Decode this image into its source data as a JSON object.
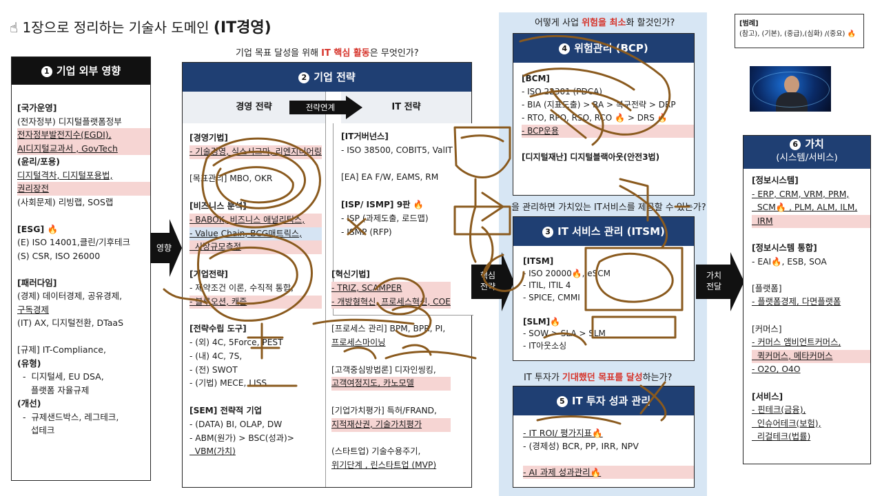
{
  "title": {
    "prefix": "1장으로 정리하는 기술사 도메인",
    "main": "(IT경영)"
  },
  "questions": {
    "strategy_q_pre": "기업 목표 달성을 위해 ",
    "strategy_q_hl": "IT 핵심 활동",
    "strategy_q_post": "은 무엇인가?",
    "risk_q_pre": "어떻게 사업 ",
    "risk_q_hl": "위험을 최소",
    "risk_q_post": "화 할것인가?",
    "itsm_q": "을 관리하면 가치있는 IT서비스를 제공할 수 있는가?",
    "invest_q_pre": "IT 투자가 ",
    "invest_q_hl": "기대했던 목표를 달성",
    "invest_q_post": "하는가?"
  },
  "legend": {
    "title": "[범례]",
    "line": "(참고), (기본), (중급),(심화) /(중요) 🔥"
  },
  "panel1": {
    "num": "1",
    "title": "기업 외부 영향",
    "lines": [
      "[국가운영]",
      "(전자정부) 디지털플랫폼정부",
      "전자정부발전지수(EGDI),",
      "AI디지털교과서 , GovTech",
      "(윤리/포용)",
      "디지털격차, 디지털포용법,",
      "권리장전",
      "(사회문제) 리빙랩, SOS랩",
      "",
      "[ESG] 🔥",
      "(E) ISO 14001,클린/기후테크",
      "(S) CSR, ISO 26000",
      "",
      "[패러다임]",
      "(경제) 데이터경제, 공유경제,",
      "구독경제",
      "(IT) AX, 디지털전환, DTaaS",
      "",
      "[규제] IT-Compliance,",
      "(유형)",
      "  -  디지털세, EU DSA,",
      "     플랫폼 자율규제",
      "(개선)",
      "  -  규제샌드박스, 레그테크,",
      "     섭테크"
    ]
  },
  "arrow_influence": "영향",
  "panel2": {
    "num": "2",
    "title": "기업 전략",
    "col_left": "경영 전략",
    "col_link": "전략연계",
    "col_right": "IT 전략",
    "left_lines": [
      "[경영기법]",
      "- 기술경영, 식스시그마, 리엔지니어링",
      "",
      "[목표관리] MBO, OKR",
      "",
      "[비즈니스 분석]",
      "- BABOK, 비즈니스 애널리틱스,",
      "- Value Chain, BCG매트릭스,",
      "  시장규모측정",
      "",
      "[기업전략]",
      "- 제약조건 이론, 수직적 통합,",
      "- 블루오션, 캐즘",
      "",
      "[전략수립 도구]",
      "- (외) 4C, 5Force, PEST",
      "- (내) 4C, 7S,",
      "- (전) SWOT",
      "- (기법) MECE, LISS",
      "",
      "[SEM] 전략적 기업",
      "- (DATA)  BI, OLAP, DW",
      "- ABM(원가) > BSC(성과)>",
      "  VBM(가치)"
    ],
    "right_top_lines": [
      "[IT거버넌스]",
      "- ISO 38500, COBIT5, ValIT",
      "",
      "[EA] EA F/W, EAMS, RM",
      "",
      "[ISP/ ISMP] 9판 🔥",
      "- ISP (과제도출, 로드맵)",
      "- ISMP (RFP)"
    ],
    "right_bottom_lines": [
      "[혁신기법]",
      "- TRIZ, SCAMPER",
      "- 개방형혁신, 프로세스혁신, COE",
      "",
      "[프로세스 관리] BPM, BPR, PI,",
      "프로세스마이닝",
      "",
      "[고객중심방법론] 디자인씽킹,",
      "고객여정지도, 카노모델",
      "",
      "[기업가치평가] 특허/FRAND,",
      "지적재산권, 기술가치평가",
      "",
      "(스타트업) 기술수용주기,",
      "위기단계 , 린스타트업 (MVP)"
    ]
  },
  "arrow_core": "핵심\n전략",
  "arrow_value": "가치\n전달",
  "panel4": {
    "num": "4",
    "title": "위험관리 (BCP)",
    "lines": [
      "[BCM]",
      "- ISO 22301 (PDCA)",
      "- BIA (지표도출) > RA > 복구전략 > DRP",
      "- RTO, RPO, RSO, RCO 🔥 > DRS 🔥",
      "- BCP운용",
      "",
      "[디지털재난]  디지털블랙아웃(안전3법)"
    ]
  },
  "panel3": {
    "num": "3",
    "title": "IT 서비스 관리 (ITSM)",
    "lines": [
      "[ITSM]",
      "- ISO 20000🔥, eSCM",
      "- ITIL, ITIL 4",
      "- SPICE, CMMI",
      "",
      "[SLM]🔥",
      "- SOW > SLA > SLM",
      "- IT아웃소싱"
    ]
  },
  "panel5": {
    "num": "5",
    "title": "IT 투자 성과 관리",
    "lines": [
      "- IT ROI/ 평가지표🔥",
      "- (경제성) BCR, PP, IRR, NPV",
      "",
      "- AI 과제 성과관리🔥"
    ]
  },
  "panel6": {
    "num": "6",
    "title": "가치",
    "subtitle": "(시스템/서비스)",
    "lines": [
      "[정보시스템]",
      "- ERP, CRM, VRM, PRM,",
      "  SCM🔥 , PLM, ALM, ILM,",
      "  IRM",
      "",
      "[정보시스템 통합]",
      "- EAI🔥, ESB, SOA",
      "",
      "[플랫폼]",
      "- 플랫폼경제, 다면플랫폼",
      "",
      "[커머스]",
      "- 커머스 앰비언트커머스,",
      "  퀵커머스, 메타커머스",
      "- O2O, O4O",
      "",
      "[서비스]",
      "- 핀테크(금융),",
      "  인슈어테크(보험),",
      "  리걸테크(법률)"
    ]
  },
  "colors": {
    "navy": "#1f3f73",
    "black": "#111111",
    "highlight_red": "#d6332a",
    "pink_bg": "#f6d5d3",
    "blue_bg": "#d6e4f3",
    "pen": "#8a5a1e"
  },
  "icons": [
    "pointing-hand-icon",
    "fire-icon",
    "presenter-webcam"
  ]
}
